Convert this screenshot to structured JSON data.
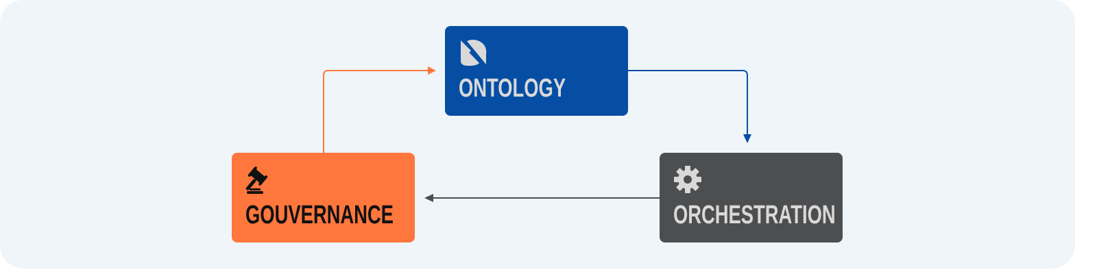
{
  "nodes": {
    "ontology": {
      "label": "ONTOLOGY",
      "icon": "ontology-logo-icon",
      "color": "#054ea3",
      "text_color": "#d9d9d9"
    },
    "gouvernance": {
      "label": "GOUVERNANCE",
      "icon": "gavel-icon",
      "color": "#ff773d",
      "text_color": "#111111"
    },
    "orchestration": {
      "label": "ORCHESTRATION",
      "icon": "gear-icon",
      "color": "#4d4e50",
      "text_color": "#d9d9d9"
    }
  },
  "edges": [
    {
      "from": "gouvernance",
      "to": "ontology",
      "color": "#ff773d"
    },
    {
      "from": "ontology",
      "to": "orchestration",
      "color": "#054ea3"
    },
    {
      "from": "orchestration",
      "to": "gouvernance",
      "color": "#4d4e50"
    }
  ]
}
